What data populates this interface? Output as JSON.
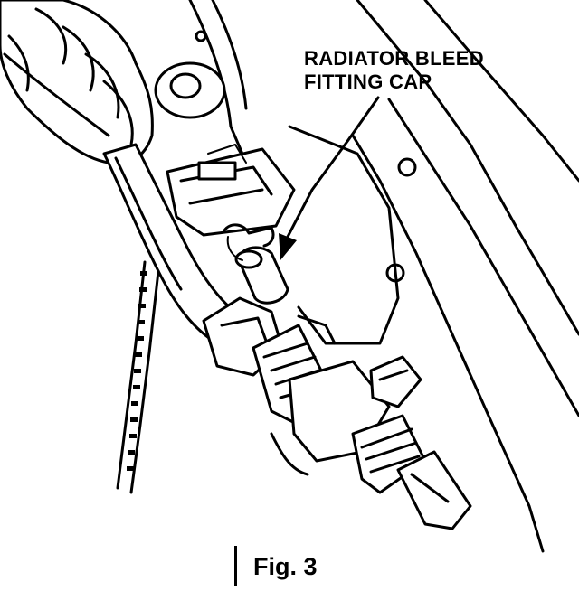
{
  "callout": {
    "line1": "RADIATOR BLEED",
    "line2": "FITTING CAP"
  },
  "caption": "Fig. 3",
  "colors": {
    "ink": "#000000",
    "paper": "#ffffff"
  },
  "icons": [
    "radiator-bleed-fitting-cap-icon",
    "leader-arrow-icon"
  ]
}
